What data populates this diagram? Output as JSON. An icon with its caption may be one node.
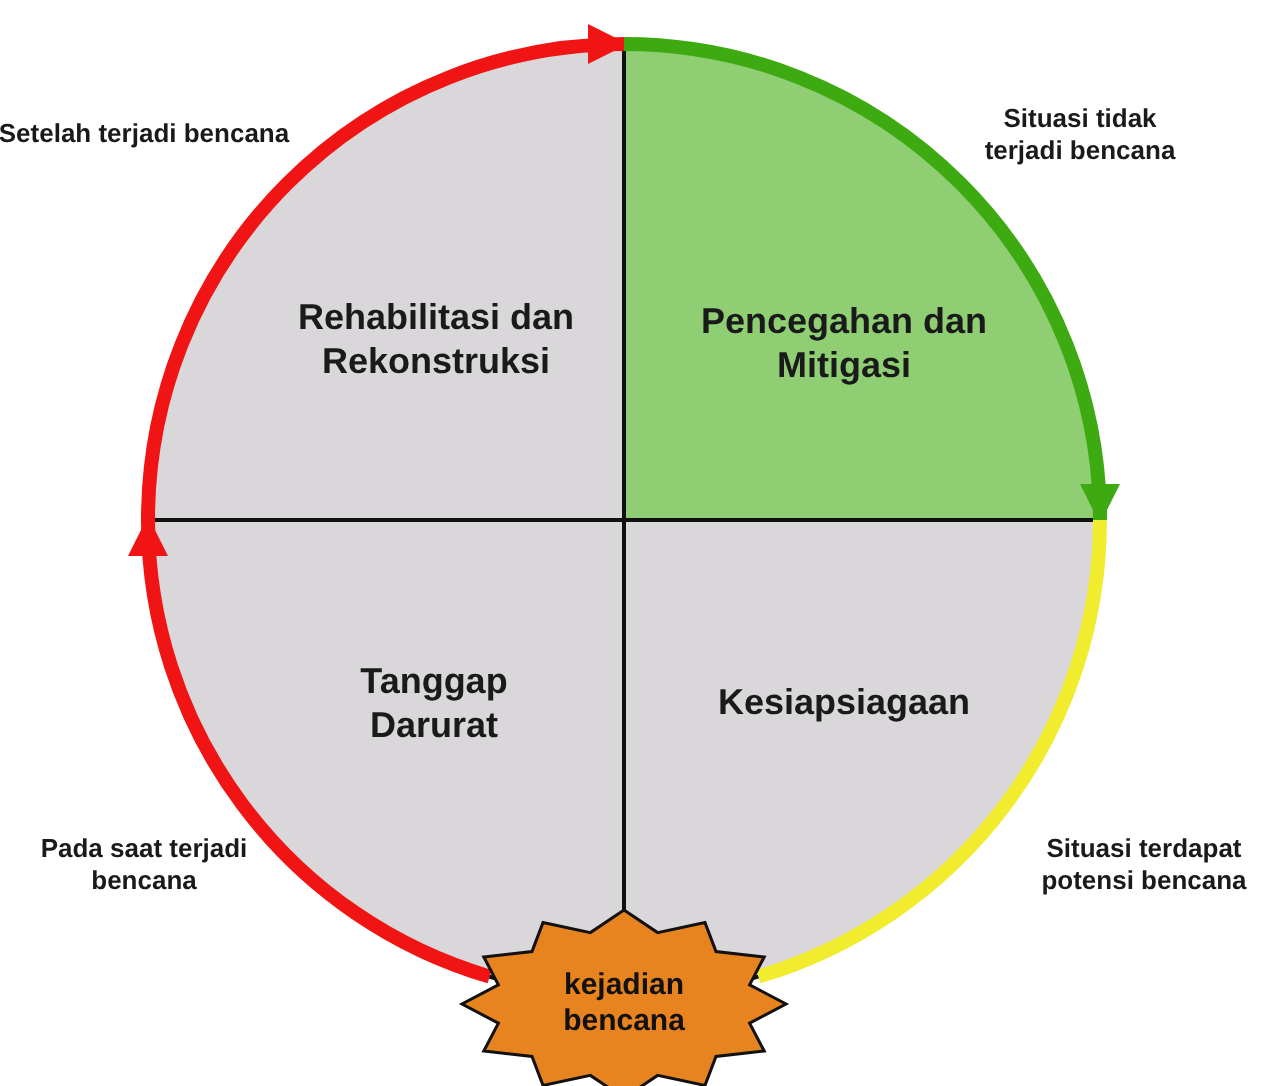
{
  "diagram": {
    "nodes": [
      {
        "text": [
          "Rehabilitasi dan Rekonstruksi"
        ]
      },
      {
        "text": [
          "Pencegahan dan Mitigasi"
        ]
      },
      {
        "text": [
          "Tanggap Darurat"
        ]
      },
      {
        "text": [
          "Kesiapsiagaan"
        ]
      },
      {
        "text": [
          "kejadian bencana"
        ]
      }
    ],
    "edges": [
      {
        "from": 4,
        "to": 0,
        "arrow": "to"
      },
      {
        "from": 0,
        "to": 1,
        "arrow": "to"
      },
      {
        "from": 1,
        "to": 3,
        "arrow": "to",
        "color": "#3daa12"
      },
      {
        "from": 3,
        "to": 4,
        "arrow": "none",
        "color": "#f2ec2e"
      }
    ],
    "labels": [
      "Setelah terjadi bencana",
      "Situasi tidak terjadi bencana",
      "Pada saat terjadi bencana",
      "Situasi terdapat potensi bencana"
    ]
  }
}
